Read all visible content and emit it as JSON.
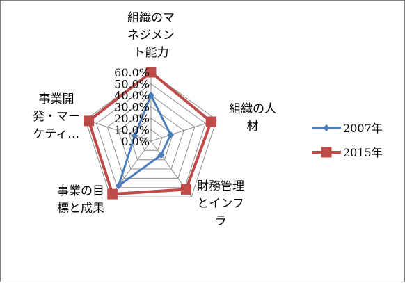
{
  "chart_data": {
    "type": "radar",
    "axes": [
      "組織のマネジメント能力",
      "組織の人材",
      "財務管理とインフラ",
      "事業の目標と成果",
      "事業開発・マーケティ…"
    ],
    "axis_label_lines": [
      [
        "組織のマ",
        "ネジメン",
        "ト能力"
      ],
      [
        "組織の人",
        "材"
      ],
      [
        "財務管理",
        "とインフ",
        "ラ"
      ],
      [
        "事業の目",
        "標と成果"
      ],
      [
        "事業開",
        "発・マー",
        "ケティ…"
      ]
    ],
    "tick_labels": [
      "0.0%",
      "10.0%",
      "20.0%",
      "30.0%",
      "40.0%",
      "50.0%",
      "60.0%"
    ],
    "rlim": [
      0,
      60
    ],
    "grid": true,
    "legend_position": "right",
    "series": [
      {
        "name": "2007年",
        "values": [
          40,
          18,
          15,
          48,
          15
        ],
        "color": "#4a7ebb",
        "marker": "diamond"
      },
      {
        "name": "2015年",
        "values": [
          60,
          55,
          52,
          57,
          57
        ],
        "color": "#be4b48",
        "marker": "square"
      }
    ]
  }
}
